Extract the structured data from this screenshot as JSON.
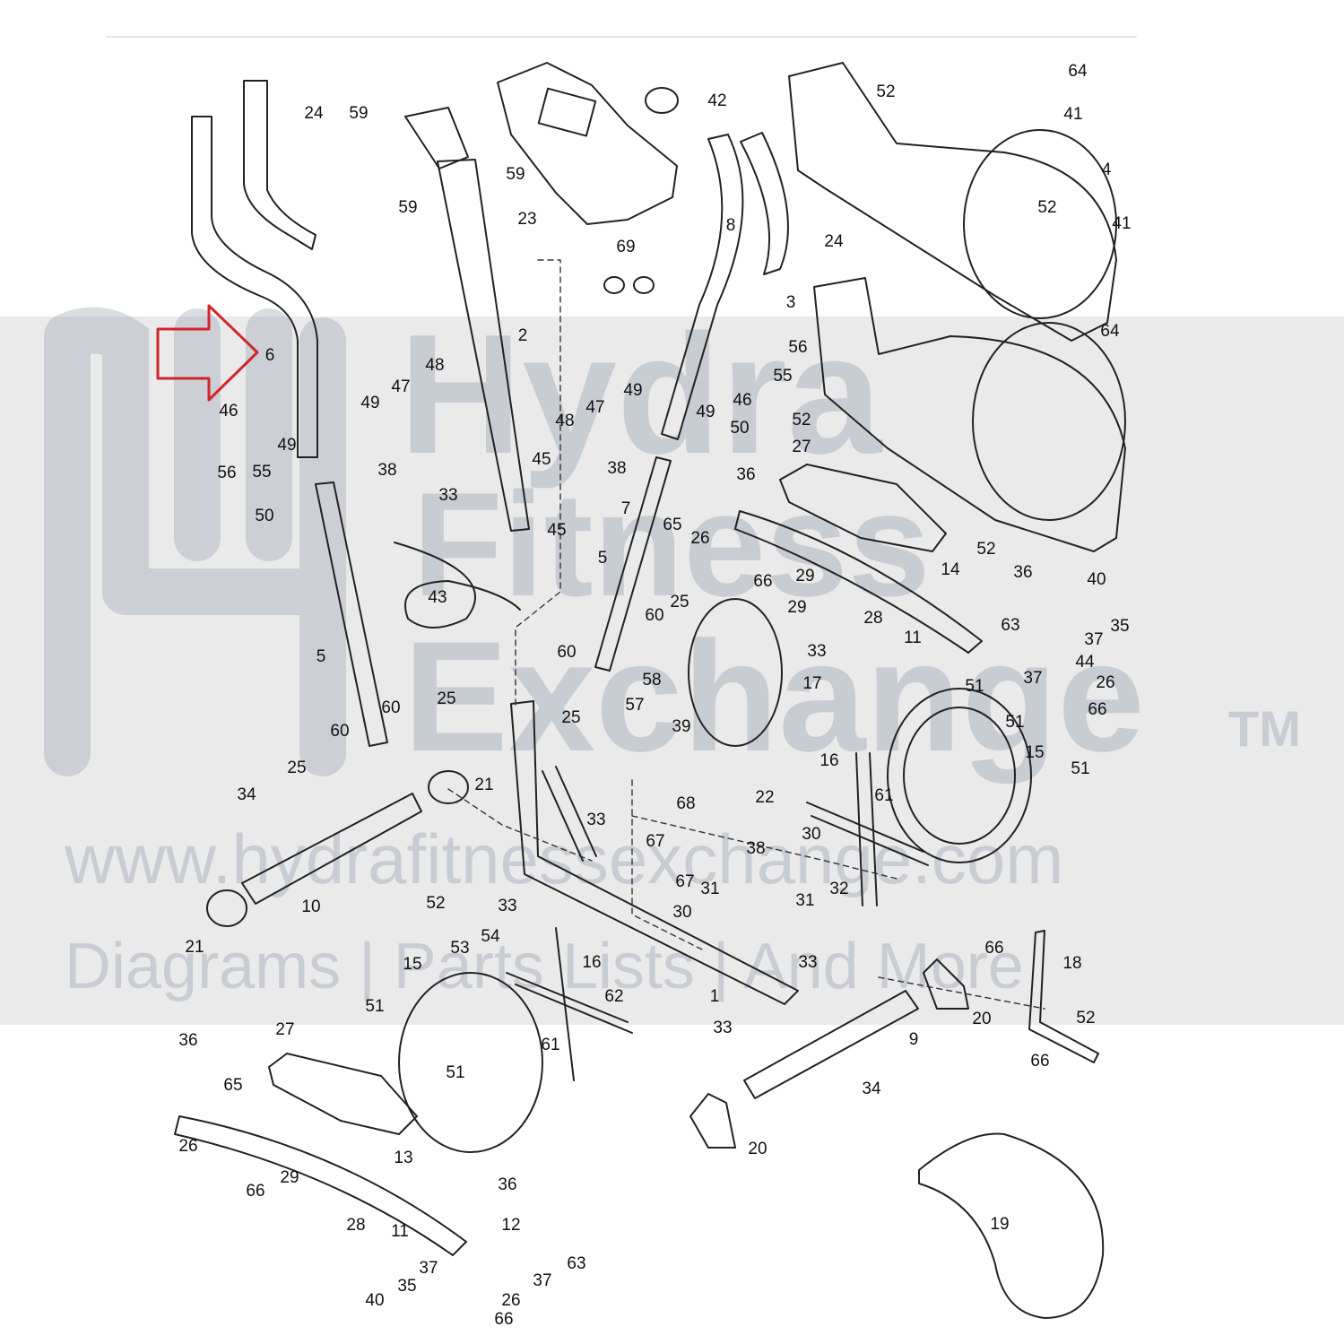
{
  "watermark": {
    "line1": "Hydra",
    "line2": "Fitness",
    "line3": "Exchange",
    "tm": "TM",
    "url": "www.hydrafitnessexchange.com",
    "tagline": "Diagrams | Parts Lists | And More"
  },
  "highlight_color": "#d0262b",
  "line_color": "#222222",
  "parts": [
    {
      "num": "24"
    },
    {
      "num": "59"
    },
    {
      "num": "59"
    },
    {
      "num": "59"
    },
    {
      "num": "23"
    },
    {
      "num": "42"
    },
    {
      "num": "64"
    },
    {
      "num": "52"
    },
    {
      "num": "41"
    },
    {
      "num": "4"
    },
    {
      "num": "52"
    },
    {
      "num": "41"
    },
    {
      "num": "64"
    },
    {
      "num": "8"
    },
    {
      "num": "24"
    },
    {
      "num": "69"
    },
    {
      "num": "3"
    },
    {
      "num": "2"
    },
    {
      "num": "6"
    },
    {
      "num": "48"
    },
    {
      "num": "47"
    },
    {
      "num": "49"
    },
    {
      "num": "46"
    },
    {
      "num": "49"
    },
    {
      "num": "56"
    },
    {
      "num": "55"
    },
    {
      "num": "38"
    },
    {
      "num": "33"
    },
    {
      "num": "45"
    },
    {
      "num": "45"
    },
    {
      "num": "7"
    },
    {
      "num": "50"
    },
    {
      "num": "56"
    },
    {
      "num": "55"
    },
    {
      "num": "46"
    },
    {
      "num": "49"
    },
    {
      "num": "47"
    },
    {
      "num": "49"
    },
    {
      "num": "48"
    },
    {
      "num": "50"
    },
    {
      "num": "52"
    },
    {
      "num": "27"
    },
    {
      "num": "36"
    },
    {
      "num": "38"
    },
    {
      "num": "65"
    },
    {
      "num": "26"
    },
    {
      "num": "66"
    },
    {
      "num": "14"
    },
    {
      "num": "52"
    },
    {
      "num": "5"
    },
    {
      "num": "43"
    },
    {
      "num": "5"
    },
    {
      "num": "29"
    },
    {
      "num": "28"
    },
    {
      "num": "11"
    },
    {
      "num": "36"
    },
    {
      "num": "40"
    },
    {
      "num": "35"
    },
    {
      "num": "25"
    },
    {
      "num": "60"
    },
    {
      "num": "29"
    },
    {
      "num": "33"
    },
    {
      "num": "63"
    },
    {
      "num": "37"
    },
    {
      "num": "44"
    },
    {
      "num": "37"
    },
    {
      "num": "26"
    },
    {
      "num": "60"
    },
    {
      "num": "58"
    },
    {
      "num": "17"
    },
    {
      "num": "51"
    },
    {
      "num": "66"
    },
    {
      "num": "25"
    },
    {
      "num": "57"
    },
    {
      "num": "39"
    },
    {
      "num": "51"
    },
    {
      "num": "25"
    },
    {
      "num": "60"
    },
    {
      "num": "60"
    },
    {
      "num": "15"
    },
    {
      "num": "25"
    },
    {
      "num": "21"
    },
    {
      "num": "16"
    },
    {
      "num": "51"
    },
    {
      "num": "34"
    },
    {
      "num": "68"
    },
    {
      "num": "22"
    },
    {
      "num": "61"
    },
    {
      "num": "33"
    },
    {
      "num": "38"
    },
    {
      "num": "30"
    },
    {
      "num": "67"
    },
    {
      "num": "67"
    },
    {
      "num": "32"
    },
    {
      "num": "31"
    },
    {
      "num": "31"
    },
    {
      "num": "10"
    },
    {
      "num": "52"
    },
    {
      "num": "33"
    },
    {
      "num": "54"
    },
    {
      "num": "30"
    },
    {
      "num": "53"
    },
    {
      "num": "21"
    },
    {
      "num": "66"
    },
    {
      "num": "18"
    },
    {
      "num": "15"
    },
    {
      "num": "16"
    },
    {
      "num": "33"
    },
    {
      "num": "62"
    },
    {
      "num": "1"
    },
    {
      "num": "20"
    },
    {
      "num": "52"
    },
    {
      "num": "51"
    },
    {
      "num": "27"
    },
    {
      "num": "33"
    },
    {
      "num": "9"
    },
    {
      "num": "61"
    },
    {
      "num": "66"
    },
    {
      "num": "36"
    },
    {
      "num": "65"
    },
    {
      "num": "51"
    },
    {
      "num": "34"
    },
    {
      "num": "26"
    },
    {
      "num": "13"
    },
    {
      "num": "20"
    },
    {
      "num": "66"
    },
    {
      "num": "29"
    },
    {
      "num": "36"
    },
    {
      "num": "28"
    },
    {
      "num": "12"
    },
    {
      "num": "11"
    },
    {
      "num": "19"
    },
    {
      "num": "37"
    },
    {
      "num": "63"
    },
    {
      "num": "35"
    },
    {
      "num": "37"
    },
    {
      "num": "40"
    },
    {
      "num": "26"
    },
    {
      "num": "66"
    }
  ]
}
